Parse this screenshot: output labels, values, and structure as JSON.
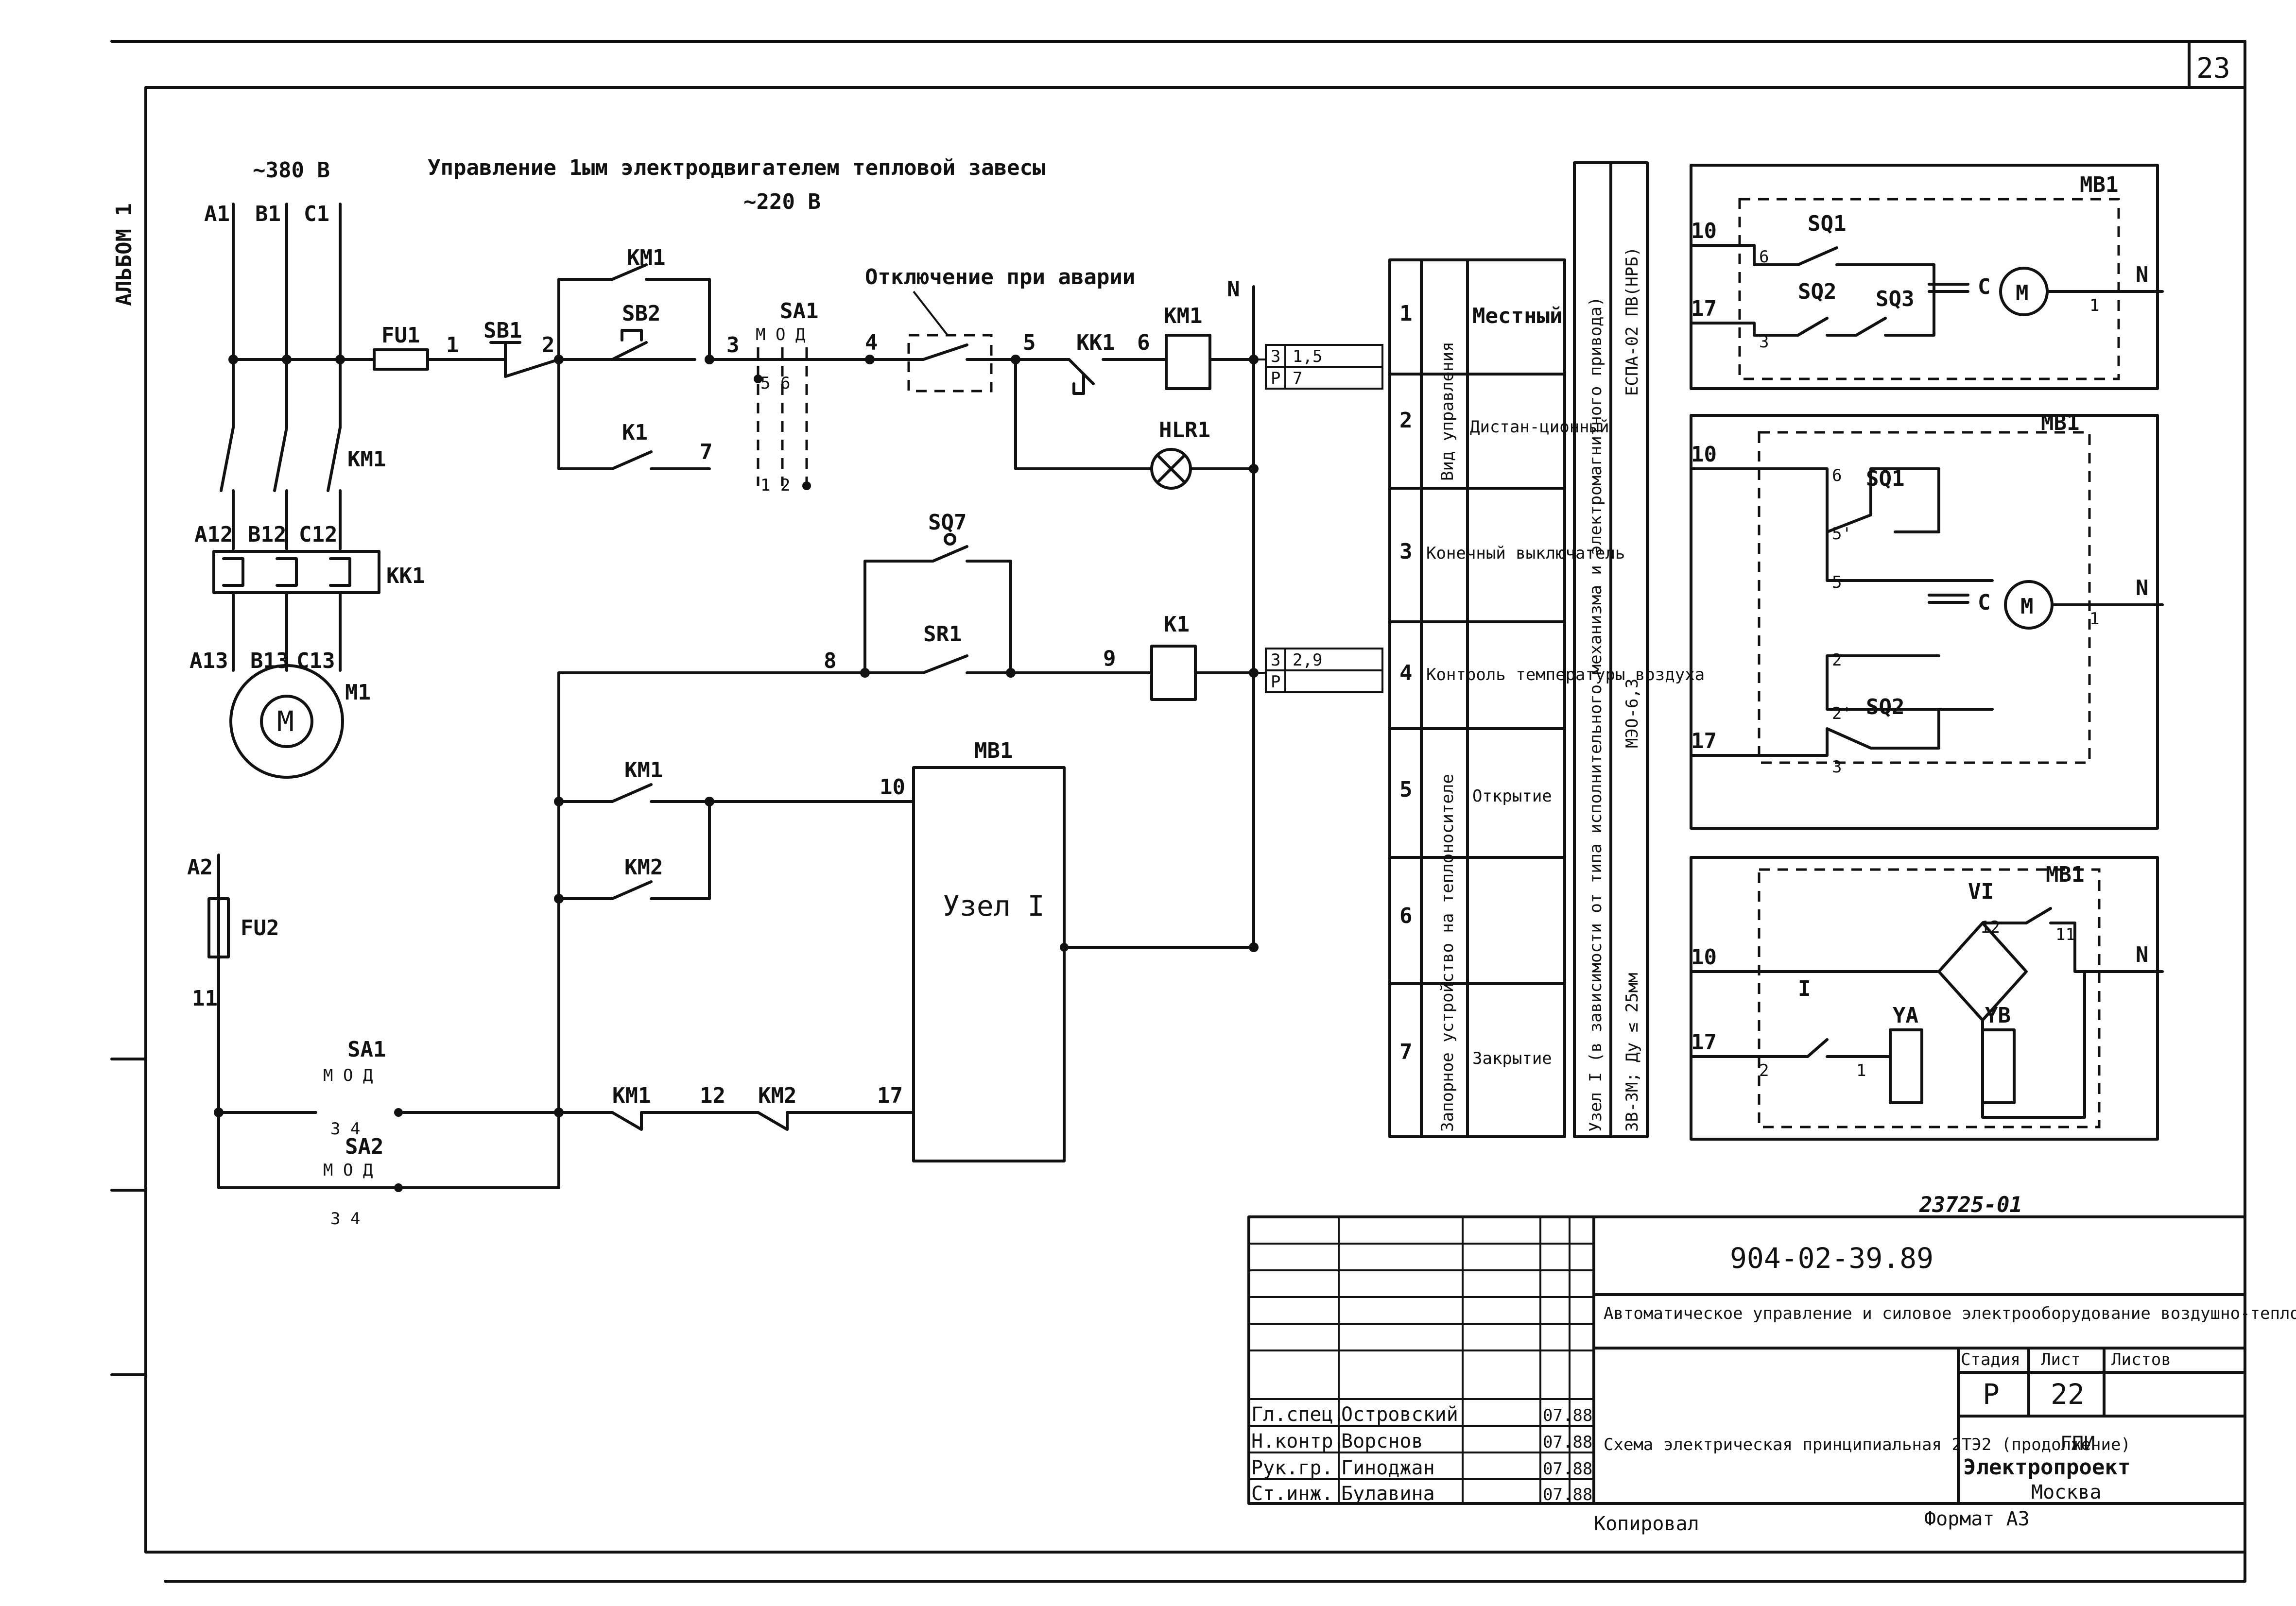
{
  "sheet": {
    "page_number": "23",
    "album_label": "АЛЬБОМ 1",
    "copy_id": "23725-01",
    "copied_by": "Копировал",
    "format": "Формат А3"
  },
  "power": {
    "voltage_380": "~380 В",
    "voltage_220": "~220 В",
    "phase_labels": [
      "A1",
      "B1",
      "C1"
    ],
    "mid_labels": [
      "A12",
      "B12",
      "C12"
    ],
    "bottom_labels": [
      "A13",
      "B13",
      "C13"
    ],
    "contactor": "KM1",
    "relay": "KK1",
    "motor": "M1",
    "motor_symbol": "M",
    "a2": "A2",
    "fuse2": "FU2",
    "wire11": "11"
  },
  "control": {
    "title": "Управление 1ым электродвигателем тепловой завесы",
    "fu1": "FU1",
    "sb1": "SB1",
    "sb2": "SB2",
    "km1_top": "KM1",
    "k1_contact": "K1",
    "sa1": "SA1",
    "sa1_pos": "М О Д",
    "sa1_nums_top": "5 6",
    "sa1_nums_bot": "1 2",
    "emergency": "Отключение при аварии",
    "kk1": "KK1",
    "km1_coil": "KM1",
    "hlr1": "HLR1",
    "n": "N",
    "sq7": "SQ7",
    "sr1": "SR1",
    "k1_coil": "K1",
    "km1_b": "KM1",
    "km2_b": "KM2",
    "mb1": "MB1",
    "node": "Узел I",
    "km1_c": "KM1",
    "km2_c": "KM2",
    "sa1_b": "SA1",
    "sa1_b_pos": "М О Д",
    "sa1_b_nums": "3 4",
    "sa2": "SA2",
    "sa2_pos": "М О Д",
    "sa2_nums": "3 4",
    "wires": [
      "1",
      "2",
      "3",
      "4",
      "5",
      "6",
      "7",
      "8",
      "9",
      "10",
      "12",
      "17"
    ]
  },
  "contacts_refs": {
    "km1_ref": [
      "3",
      "1,5",
      "P",
      "7"
    ],
    "k1_ref": [
      "3",
      "2,9",
      "P",
      ""
    ]
  },
  "legend": {
    "rows": [
      {
        "num": "1",
        "text": "Местный"
      },
      {
        "num": "2",
        "text": "Дистан-ционный"
      },
      {
        "num": "3",
        "text": "Конечный выключатель"
      },
      {
        "num": "4",
        "text": "Контроль температуры воздуха"
      },
      {
        "num": "5",
        "text": "Открытие"
      },
      {
        "num": "6",
        "text": ""
      },
      {
        "num": "7",
        "text": "Закрытие"
      }
    ],
    "group1": "Вид управления",
    "group2": "Запорное устройство на теплоносителе"
  },
  "node_note": {
    "line1": "Узел I (в зависимости от типа исполнительного механизма и электромагнитного привода)",
    "line2": "ЗВ-3М; Ду ≤ 25мм",
    "line3": "ЕСПА-02 ПВ(НРБ)",
    "line4": "МЭО-6,3"
  },
  "variants": {
    "mb1": "MB1",
    "v1": {
      "sq1": "SQ1",
      "sq2": "SQ2",
      "sq3": "SQ3",
      "c": "C",
      "m": "M",
      "w10": "10",
      "w17": "17",
      "w6": "6",
      "w3": "3",
      "w1": "1",
      "n": "N"
    },
    "v2": {
      "sq1": "SQ1",
      "sq2": "SQ2",
      "c": "C",
      "m": "M",
      "w10": "10",
      "w17": "17",
      "w6": "6",
      "w5p": "5'",
      "w5": "5",
      "w2": "2",
      "w2p": "2'",
      "w3": "3",
      "w1": "1",
      "n": "N"
    },
    "v3": {
      "vi": "VI",
      "w12": "12",
      "w11": "11",
      "i": "I",
      "ya": "YA",
      "yb": "YB",
      "w10": "10",
      "w17": "17",
      "w2": "2",
      "w1": "1",
      "n": "N"
    }
  },
  "title_block": {
    "doc_number": "904-02-39.89",
    "title": "Автоматическое управление и силовое электрооборудование воздушно-тепловых завес",
    "stage_header": "Стадия",
    "sheet_header": "Лист",
    "sheets_header": "Листов",
    "stage": "Р",
    "sheet": "22",
    "sheets": "",
    "drawing_name": "Схема электрическая принципиальная 2ТЭ2 (продолжение)",
    "org1": "ГПИ",
    "org2": "Электропроект",
    "org3": "Москва",
    "people": [
      {
        "role": "Гл.спец.",
        "name": "Островский",
        "date": "07.88"
      },
      {
        "role": "Н.контр.",
        "name": "Ворснов",
        "date": "07.88"
      },
      {
        "role": "Рук.гр.",
        "name": "Гиноджан",
        "date": "07.88"
      },
      {
        "role": "Ст.инж.",
        "name": "Булавина",
        "date": "07.88"
      }
    ]
  }
}
